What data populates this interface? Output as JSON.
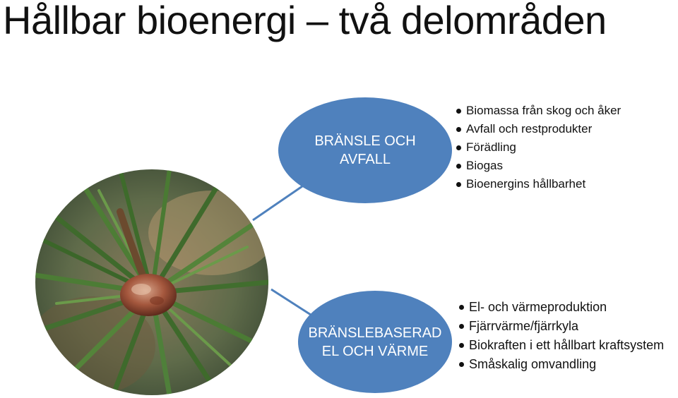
{
  "title": "Hållbar bioenergi – två delområden",
  "areas": [
    {
      "heading_line1": "BRÄNSLE OCH",
      "heading_line2": "AVFALL",
      "items": [
        "Biomassa från skog och åker",
        "Avfall och restprodukter",
        "Förädling",
        "Biogas",
        "Bioenergins hållbarhet"
      ]
    },
    {
      "heading_line1": "BRÄNSLEBASERAD",
      "heading_line2": "EL OCH VÄRME",
      "items": [
        "El- och värmeproduktion",
        "Fjärrvärme/fjärrkyla",
        "Biokraften i ett hållbart kraftsystem",
        "Småskalig omvandling"
      ]
    }
  ],
  "colors": {
    "bubble": "#4f81bd",
    "bubble_text": "#ffffff"
  },
  "image": {
    "subject": "pine-branch-bud-photo"
  }
}
